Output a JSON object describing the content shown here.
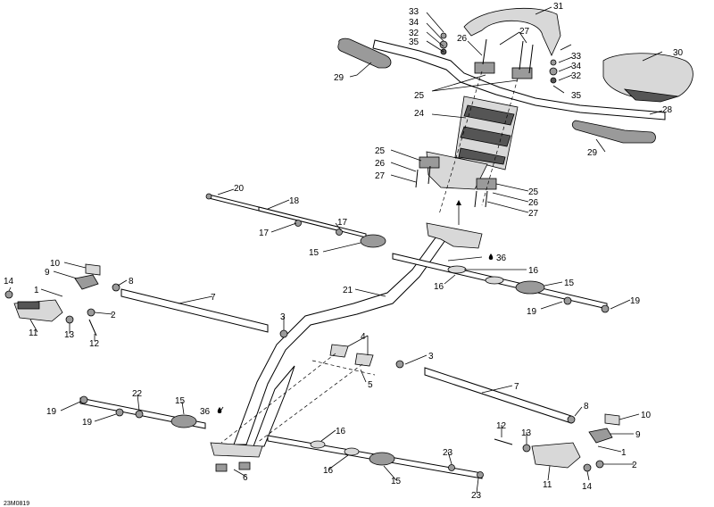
{
  "drawing_code": "23M0819",
  "callouts": [
    {
      "text": "1"
    },
    {
      "text": "1"
    },
    {
      "text": "2"
    },
    {
      "text": "2"
    },
    {
      "text": "3"
    },
    {
      "text": "3"
    },
    {
      "text": "4"
    },
    {
      "text": "5"
    },
    {
      "text": "6"
    },
    {
      "text": "7"
    },
    {
      "text": "7"
    },
    {
      "text": "8"
    },
    {
      "text": "8"
    },
    {
      "text": "9"
    },
    {
      "text": "9"
    },
    {
      "text": "10"
    },
    {
      "text": "10"
    },
    {
      "text": "11"
    },
    {
      "text": "11"
    },
    {
      "text": "12"
    },
    {
      "text": "12"
    },
    {
      "text": "13"
    },
    {
      "text": "13"
    },
    {
      "text": "14"
    },
    {
      "text": "14"
    },
    {
      "text": "15"
    },
    {
      "text": "15"
    },
    {
      "text": "15"
    },
    {
      "text": "15"
    },
    {
      "text": "16"
    },
    {
      "text": "16"
    },
    {
      "text": "16"
    },
    {
      "text": "16"
    },
    {
      "text": "17"
    },
    {
      "text": "17"
    },
    {
      "text": "18"
    },
    {
      "text": "19"
    },
    {
      "text": "19"
    },
    {
      "text": "19"
    },
    {
      "text": "19"
    },
    {
      "text": "20"
    },
    {
      "text": "21"
    },
    {
      "text": "22"
    },
    {
      "text": "23"
    },
    {
      "text": "23"
    },
    {
      "text": "24"
    },
    {
      "text": "25"
    },
    {
      "text": "25"
    },
    {
      "text": "25"
    },
    {
      "text": "26"
    },
    {
      "text": "26"
    },
    {
      "text": "26"
    },
    {
      "text": "27"
    },
    {
      "text": "27"
    },
    {
      "text": "27"
    },
    {
      "text": "28"
    },
    {
      "text": "29"
    },
    {
      "text": "29"
    },
    {
      "text": "30"
    },
    {
      "text": "31"
    },
    {
      "text": "32"
    },
    {
      "text": "32"
    },
    {
      "text": "33"
    },
    {
      "text": "33"
    },
    {
      "text": "34"
    },
    {
      "text": "34"
    },
    {
      "text": "35"
    },
    {
      "text": "35"
    },
    {
      "text": "36"
    },
    {
      "text": "36"
    }
  ]
}
